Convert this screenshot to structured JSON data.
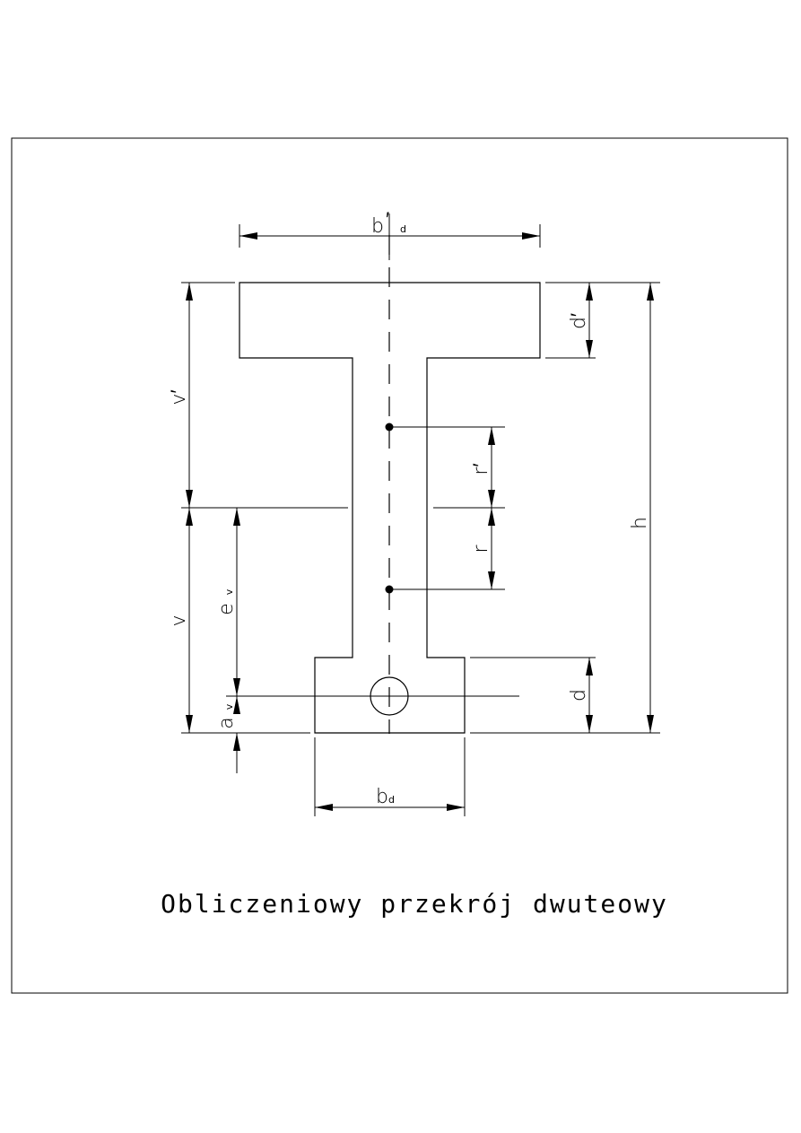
{
  "title": "Obliczeniowy przekrój dwuteowy",
  "labels": {
    "b_top": "b",
    "b_top_prime": "′",
    "b_top_sub": "d",
    "b_bottom": "b",
    "b_bottom_sub": "d",
    "d_top": "d′",
    "d_bottom": "d",
    "v_top": "v′",
    "v_bottom": "v",
    "e_v": "e",
    "e_v_sub": "v",
    "a_v": "a",
    "a_v_sub": "v",
    "r_top": "r′",
    "r_bottom": "r",
    "h": "h"
  }
}
